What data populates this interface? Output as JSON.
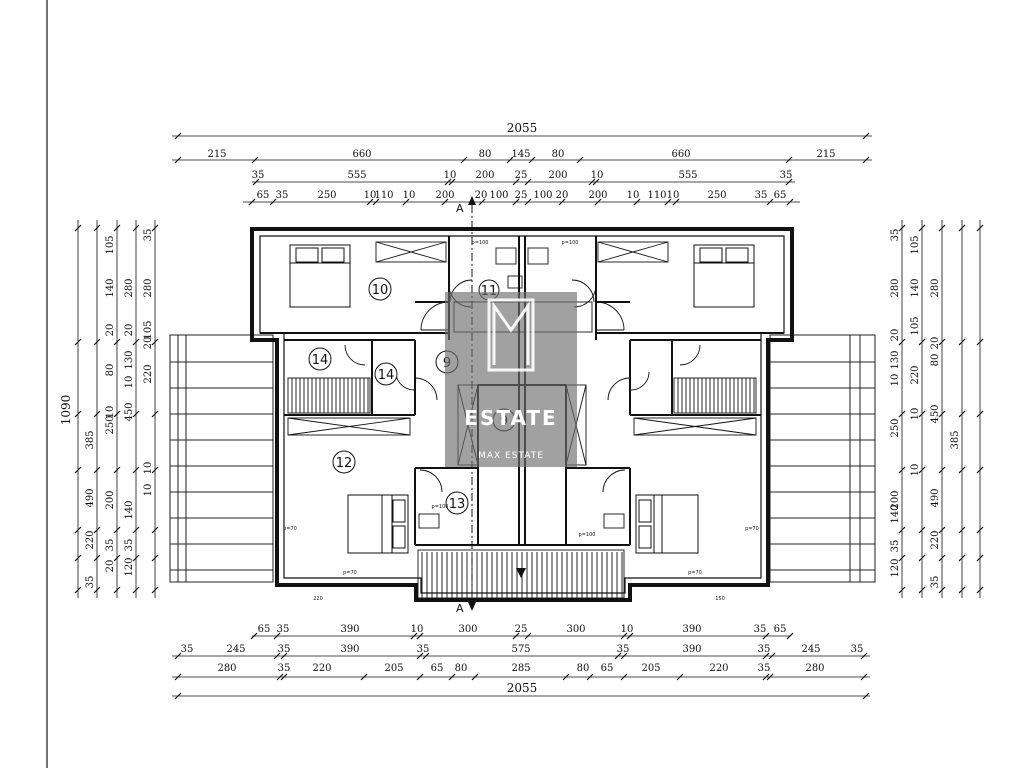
{
  "plan": {
    "top_dims": {
      "total": "2055",
      "row1": [
        "215",
        "660",
        "80",
        "145",
        "80",
        "660",
        "215"
      ],
      "row2": [
        "35",
        "555",
        "10",
        "200",
        "25",
        "200",
        "10",
        "555",
        "35"
      ],
      "row3": [
        "65",
        "35",
        "250",
        "10",
        "110",
        "10",
        "200",
        "20",
        "100",
        "25",
        "100",
        "20",
        "200",
        "10",
        "110",
        "10",
        "250",
        "35",
        "65"
      ]
    },
    "bottom_dims": {
      "total": "2055",
      "row1": [
        "65",
        "35",
        "390",
        "10",
        "300",
        "25",
        "300",
        "10",
        "390",
        "35",
        "65"
      ],
      "row2": [
        "35",
        "245",
        "35",
        "390",
        "35",
        "575",
        "35",
        "390",
        "35",
        "245",
        "35"
      ],
      "row3": [
        "280",
        "35",
        "220",
        "205",
        "65",
        "80",
        "285",
        "80",
        "65",
        "205",
        "220",
        "35",
        "280"
      ]
    },
    "left_dims": {
      "total": "1090",
      "c2": [
        "385",
        "490",
        "220",
        "35"
      ],
      "c3": [
        "105",
        "140",
        "80",
        "20",
        "10",
        "250",
        "200",
        "35",
        "20"
      ],
      "c4": [
        "280",
        "20",
        "130",
        "10",
        "450",
        "140",
        "35",
        "120"
      ],
      "c5": [
        "35",
        "280",
        "105",
        "20",
        "220",
        "10",
        "10"
      ]
    },
    "right_dims": {
      "c1": [
        "35",
        "280",
        "20",
        "130",
        "10",
        "250",
        "200",
        "140",
        "35",
        "120"
      ],
      "c2": [
        "105",
        "140",
        "105",
        "220",
        "10",
        "10"
      ],
      "c3": [
        "280",
        "20",
        "80",
        "450",
        "490",
        "220",
        "35"
      ],
      "c4": [
        "385"
      ]
    },
    "rooms": [
      "10",
      "11",
      "9",
      "14",
      "14",
      "9",
      "12",
      "13"
    ],
    "section_mark": "A",
    "small_marks": [
      "p=100",
      "p=100",
      "p=100",
      "p=100",
      "p=70",
      "p=70",
      "p=70",
      "p=70",
      "220",
      "150"
    ],
    "watermark": {
      "line1": "ESTATE",
      "line2": "MAX ESTATE"
    }
  }
}
